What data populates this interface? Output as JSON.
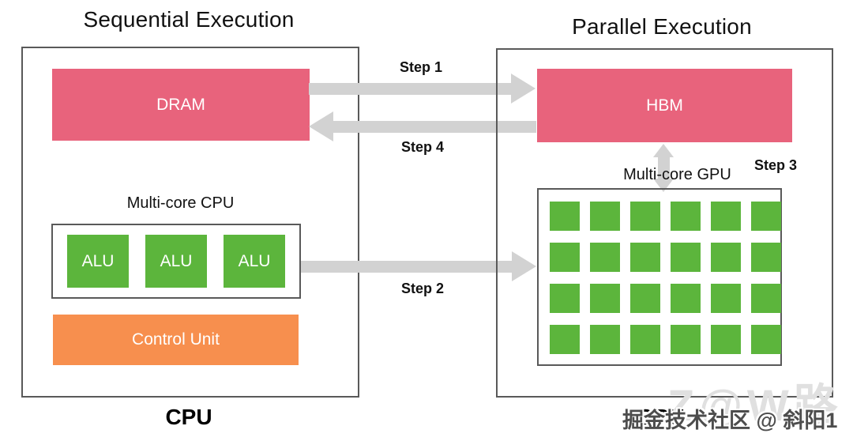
{
  "colors": {
    "pink": "#e8637c",
    "green": "#5cb53c",
    "orange": "#f78f4e",
    "arrow_gray": "#d2d2d2",
    "border_gray": "#595959",
    "watermark_gray": "#4d4d4d",
    "ghost_gray": "#e0e0e0"
  },
  "left": {
    "title": "Sequential Execution",
    "memory_label": "DRAM",
    "cores_label": "Multi-core CPU",
    "alus": [
      "ALU",
      "ALU",
      "ALU"
    ],
    "control_label": "Control Unit",
    "caption": "CPU"
  },
  "right": {
    "title": "Parallel Execution",
    "memory_label": "HBM",
    "cores_label": "Multi-core GPU",
    "caption": "GPU",
    "core_grid": {
      "rows": 4,
      "cols": 6
    }
  },
  "steps": {
    "s1": "Step 1",
    "s2": "Step 2",
    "s3": "Step 3",
    "s4": "Step 4"
  },
  "watermark": {
    "text": "掘金技术社区 @ 斜阳1",
    "ghost": "Z@W路"
  }
}
